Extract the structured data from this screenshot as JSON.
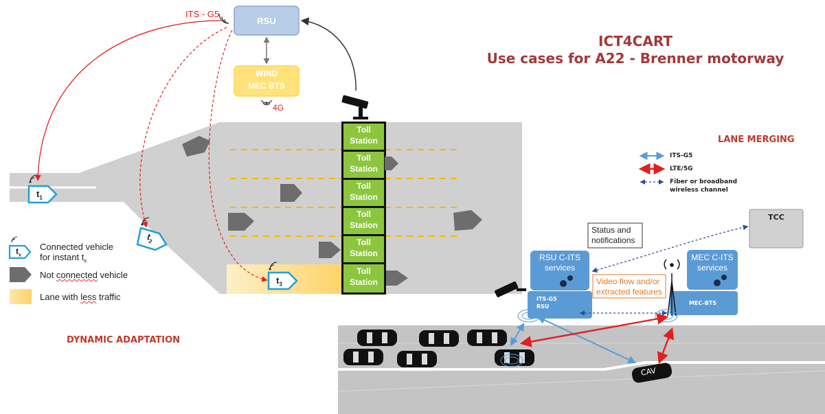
{
  "title": {
    "line1": "ICT4CART",
    "line2": "Use cases for A22 - Brenner motorway"
  },
  "sections": {
    "left": "DYNAMIC ADAPTATION",
    "right": "LANE MERGING"
  },
  "left": {
    "rsu": "RSU",
    "its_label": "ITS - G5",
    "wind_lines": [
      "WIND",
      "MEC BTS"
    ],
    "g4": "4G",
    "toll": [
      "Toll",
      "Station"
    ],
    "t1": "t",
    "t1_sub": "1",
    "t2": "t",
    "t2_sub": "2",
    "t3": "t",
    "t3_sub": "3",
    "legend": {
      "tx": "t",
      "tx_sub": "x",
      "connected_1": "Connected vehicle",
      "connected_2": "for instant t",
      "connected_2_sub": "x",
      "not_connected_a": "Not ",
      "not_connected_b": "connected",
      " not_connected_c": "",
      "not_connected_rest": " vehicle",
      "lane_a": "Lane with ",
      "lane_b": "less",
      " lane_c": "",
      "lane_rest": " traffic"
    }
  },
  "right": {
    "legend": {
      "its": "ITS-G5",
      "lte": "LTE/5G",
      "fiber_1": "Fiber or broadband",
      "fiber_2": "wireless channel"
    },
    "tcc": "TCC",
    "status_1": "Status and",
    "status_2": "notifications",
    "rsu_cits_1": "RSU C-ITS",
    "rsu_cits_2": "services",
    "mec_cits_1": "MEC C-ITS",
    "mec_cits_2": "services",
    "video_1": "Video flow and/or",
    "video_2": "extracted features",
    "itsg5_rsu_1": "ITS-G5",
    "itsg5_rsu_2": "RSU",
    "mec_bts": "MEC-BTS",
    "cav": "CAV"
  },
  "colors": {
    "title": "#a3383a",
    "section": "#c0392b",
    "road": "#cdcdcd",
    "toll": "#8cc63f",
    "rsu_box": "#b8cde8",
    "wind": "#ffe27a",
    "blue_box": "#5b9bd5",
    "its_arrow": "#5b9bd5",
    "lte_arrow": "#e02020",
    "conn_vehicle": "#1fa0d8"
  }
}
